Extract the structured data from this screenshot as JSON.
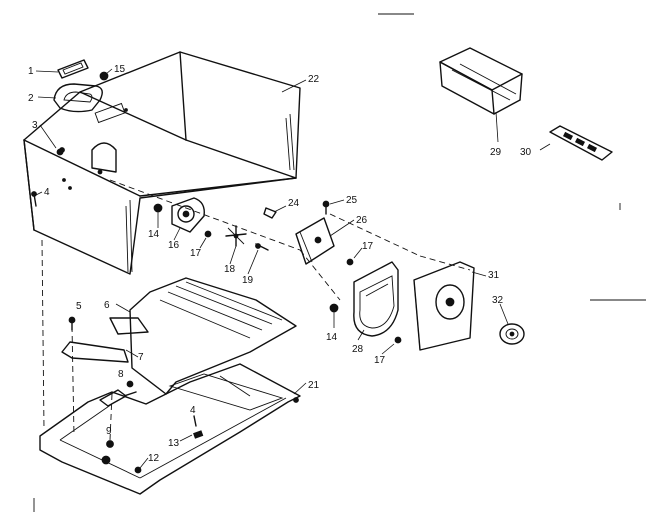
{
  "callouts": [
    {
      "id": "c1",
      "text": "1"
    },
    {
      "id": "c2",
      "text": "2"
    },
    {
      "id": "c3",
      "text": "3"
    },
    {
      "id": "c4a",
      "text": "4"
    },
    {
      "id": "c4b",
      "text": "4"
    },
    {
      "id": "c5",
      "text": "5"
    },
    {
      "id": "c6",
      "text": "6"
    },
    {
      "id": "c7",
      "text": "7"
    },
    {
      "id": "c8",
      "text": "8"
    },
    {
      "id": "c9",
      "text": "9"
    },
    {
      "id": "c12",
      "text": "12"
    },
    {
      "id": "c13",
      "text": "13"
    },
    {
      "id": "c14a",
      "text": "14"
    },
    {
      "id": "c14b",
      "text": "14"
    },
    {
      "id": "c15",
      "text": "15"
    },
    {
      "id": "c16",
      "text": "16"
    },
    {
      "id": "c17a",
      "text": "17"
    },
    {
      "id": "c17b",
      "text": "17"
    },
    {
      "id": "c17c",
      "text": "17"
    },
    {
      "id": "c18",
      "text": "18"
    },
    {
      "id": "c19",
      "text": "19"
    },
    {
      "id": "c21",
      "text": "21"
    },
    {
      "id": "c22",
      "text": "22"
    },
    {
      "id": "c24",
      "text": "24"
    },
    {
      "id": "c25",
      "text": "25"
    },
    {
      "id": "c26",
      "text": "26"
    },
    {
      "id": "c28",
      "text": "28"
    },
    {
      "id": "c29",
      "text": "29"
    },
    {
      "id": "c30",
      "text": "30"
    },
    {
      "id": "c31",
      "text": "31"
    },
    {
      "id": "c32",
      "text": "32"
    }
  ]
}
